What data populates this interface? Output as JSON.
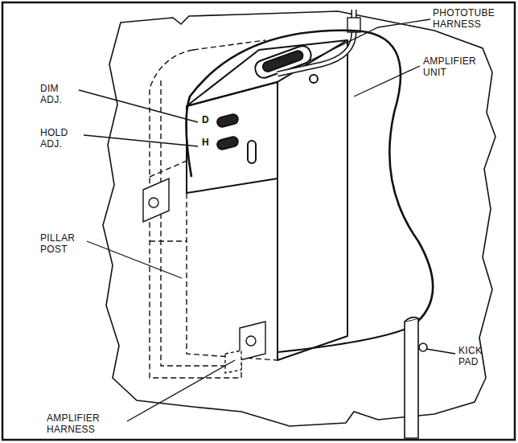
{
  "diagram": {
    "labels": [
      "PHOTOTUBE HARNESS",
      "AMPLIFIER UNIT",
      "DIM ADJ.",
      "HOLD ADJ.",
      "PILLAR POST",
      "AMPLIFIER HARNESS",
      "KICK PAD",
      "D",
      "H"
    ]
  }
}
